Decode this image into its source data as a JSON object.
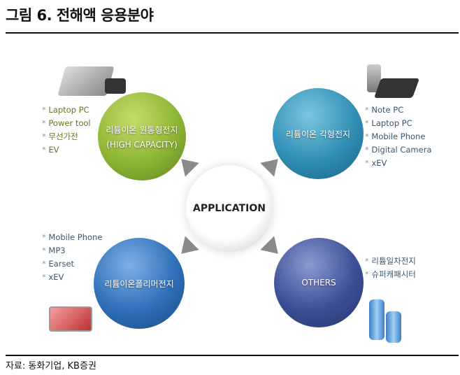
{
  "title": "그림 6. 전해액 응용분야",
  "center_label": "APPLICATION",
  "quadrants": [
    {
      "name": "cylindrical",
      "label": "리튬이온 원통형전지",
      "sublabel": "(HIGH CAPACITY)",
      "color": "#8db533",
      "items": [
        "Laptop PC",
        "Power tool",
        "무선가전",
        "EV"
      ]
    },
    {
      "name": "prismatic",
      "label": "리튬이온 각형전지",
      "color": "#2f8fb5",
      "items": [
        "Note PC",
        "Laptop PC",
        "Mobile Phone",
        "Digital Camera",
        "xEV"
      ]
    },
    {
      "name": "polymer",
      "label": "리튬이온폴리머전지",
      "color": "#2e6fb8",
      "items": [
        "Mobile Phone",
        "MP3",
        "Earset",
        "xEV"
      ]
    },
    {
      "name": "others",
      "label": "OTHERS",
      "color": "#3c4f96",
      "items": [
        "리튬일차전지",
        "슈퍼캐패시터"
      ]
    }
  ],
  "source": "자료: 동화기업, KB증권"
}
